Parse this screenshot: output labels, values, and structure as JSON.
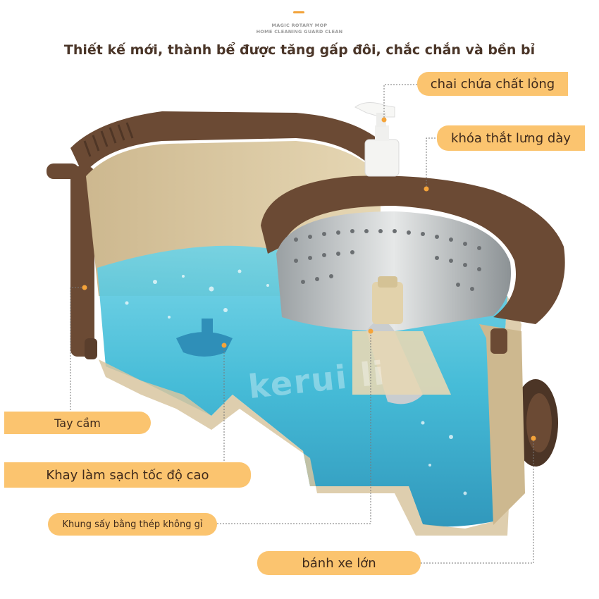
{
  "brand": {
    "line1": "MAGIC ROTARY MOP",
    "line2": "HOME CLEANING GUARD CLEAN"
  },
  "headline": "Thiết kế mới, thành bể được tăng gấp đôi, chắc chắn và bền bỉ",
  "callouts": {
    "bottle": "chai chứa  chất lỏng",
    "lock": "khóa thắt lưng dày",
    "handle": "Tay cầm",
    "tray": "Khay làm sạch tốc độ cao",
    "dryer": "Khung sấy bằng thép không gỉ",
    "wheel": "bánh xe lớn"
  },
  "watermark": "kerui li",
  "colors": {
    "callout_fill": "#fbc46f",
    "callout_text": "#3f2a1c",
    "headline_text": "#4a3528",
    "bucket_brown": "#6b4a34",
    "bucket_beige": "#d8c6a0",
    "water": "#35b7d6",
    "accent_dot": "#f5a43a"
  }
}
